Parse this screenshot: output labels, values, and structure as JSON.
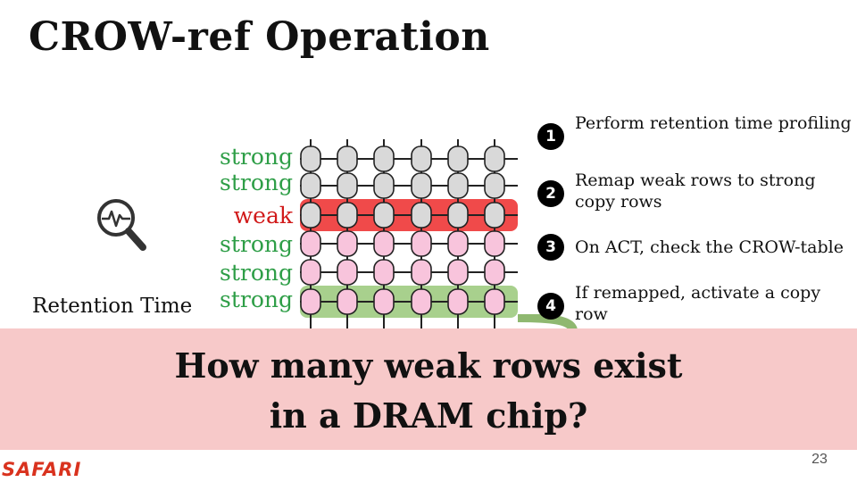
{
  "slide": {
    "title": "CROW-ref Operation",
    "retention_label": "Retention Time",
    "row_labels": [
      {
        "text": "strong",
        "kind": "strong"
      },
      {
        "text": "strong",
        "kind": "strong"
      },
      {
        "text": "weak",
        "kind": "weak"
      },
      {
        "text": "strong",
        "kind": "strong"
      },
      {
        "text": "strong",
        "kind": "strong"
      },
      {
        "text": "strong",
        "kind": "strong"
      }
    ],
    "steps": [
      {
        "num": "1",
        "text": "Perform retention time profiling"
      },
      {
        "num": "2",
        "text": "Remap weak rows to strong copy rows"
      },
      {
        "num": "3",
        "text": "On ACT, check the CROW-table"
      },
      {
        "num": "4",
        "text": "If remapped, activate a copy row"
      }
    ],
    "banner_line1": "How many weak rows exist",
    "banner_line2": "in a DRAM chip?",
    "logo": "SAFARI",
    "page_number": "23"
  },
  "grid": {
    "rows": 6,
    "cols": 6,
    "row_fills": [
      "#d9d9d9",
      "#d9d9d9",
      "#d9d9d9",
      "#f8c4dc",
      "#f8c4dc",
      "#f8c4dc"
    ],
    "highlights": [
      {
        "row": 2,
        "color": "#f04a4a"
      },
      {
        "row": 5,
        "color": "#a8d08d"
      }
    ],
    "line_color": "#222222"
  },
  "icons": {
    "profiling": "magnifier-heartbeat-icon",
    "arrow": "curved-arrow-icon"
  },
  "colors": {
    "strong": "#2e9e47",
    "weak": "#d11a1a",
    "banner": "#f7c9c9",
    "logo": "#d9321e"
  }
}
